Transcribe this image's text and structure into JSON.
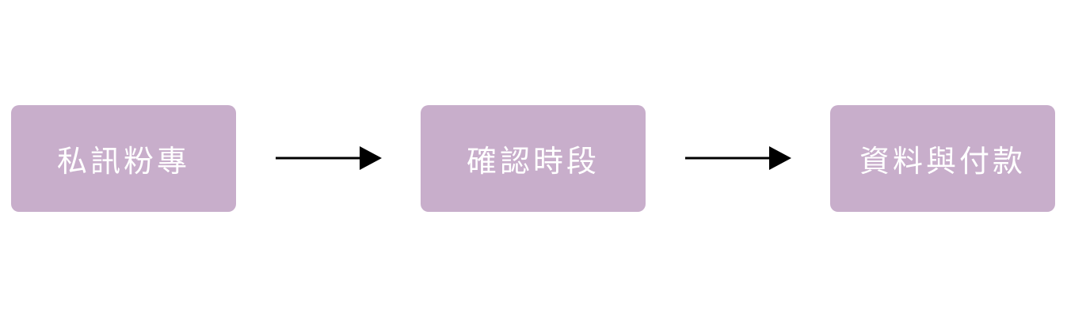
{
  "steps": [
    {
      "label": "私訊粉專"
    },
    {
      "label": "確認時段"
    },
    {
      "label": "資料與付款"
    }
  ],
  "colors": {
    "box": "#c8aecb",
    "arrow": "#000000"
  }
}
